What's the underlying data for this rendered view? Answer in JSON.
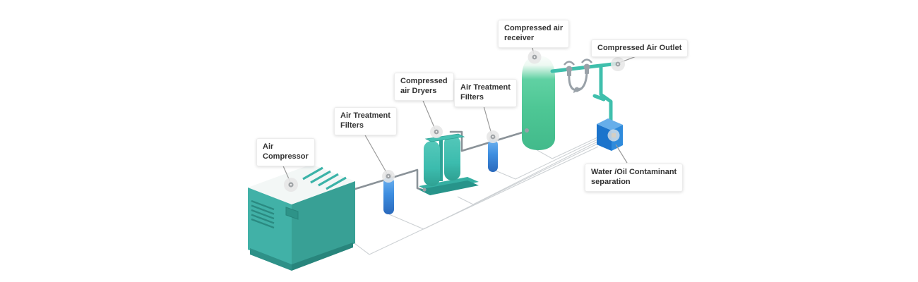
{
  "diagram": {
    "labels": {
      "air_compressor": {
        "lines": [
          "Air",
          "Compressor"
        ]
      },
      "filters_inlet": {
        "lines": [
          "Air Treatment",
          "Filters"
        ]
      },
      "dryers": {
        "lines": [
          "Compressed",
          "air Dryers"
        ]
      },
      "filters_after_dryer": {
        "lines": [
          "Air Treatment",
          "Filters"
        ]
      },
      "receiver": {
        "lines": [
          "Compressed air",
          "receiver"
        ]
      },
      "outlet": {
        "lines": [
          "Compressed Air Outlet"
        ]
      },
      "separator": {
        "lines": [
          "Water /Oil Contaminant",
          "separation"
        ]
      }
    },
    "colors": {
      "compressor_teal": "#41B1A7",
      "compressor_teal_dark": "#38A095",
      "compressor_top_white": "#F3F7F6",
      "dryer_teal": "#3CBCAE",
      "tank_green": "#4EC795",
      "filter_blue": "#3E8EE0",
      "separator_blue": "#1B74CC",
      "pipe_gray": "#8A9298",
      "pipe_teal": "#3FBFAC",
      "valve_gray": "#99A1A8",
      "drain_gray": "#CDD1D4",
      "leader_gray": "#9A9A9A",
      "label_text": "#333333",
      "label_background": "#FFFFFF"
    }
  }
}
